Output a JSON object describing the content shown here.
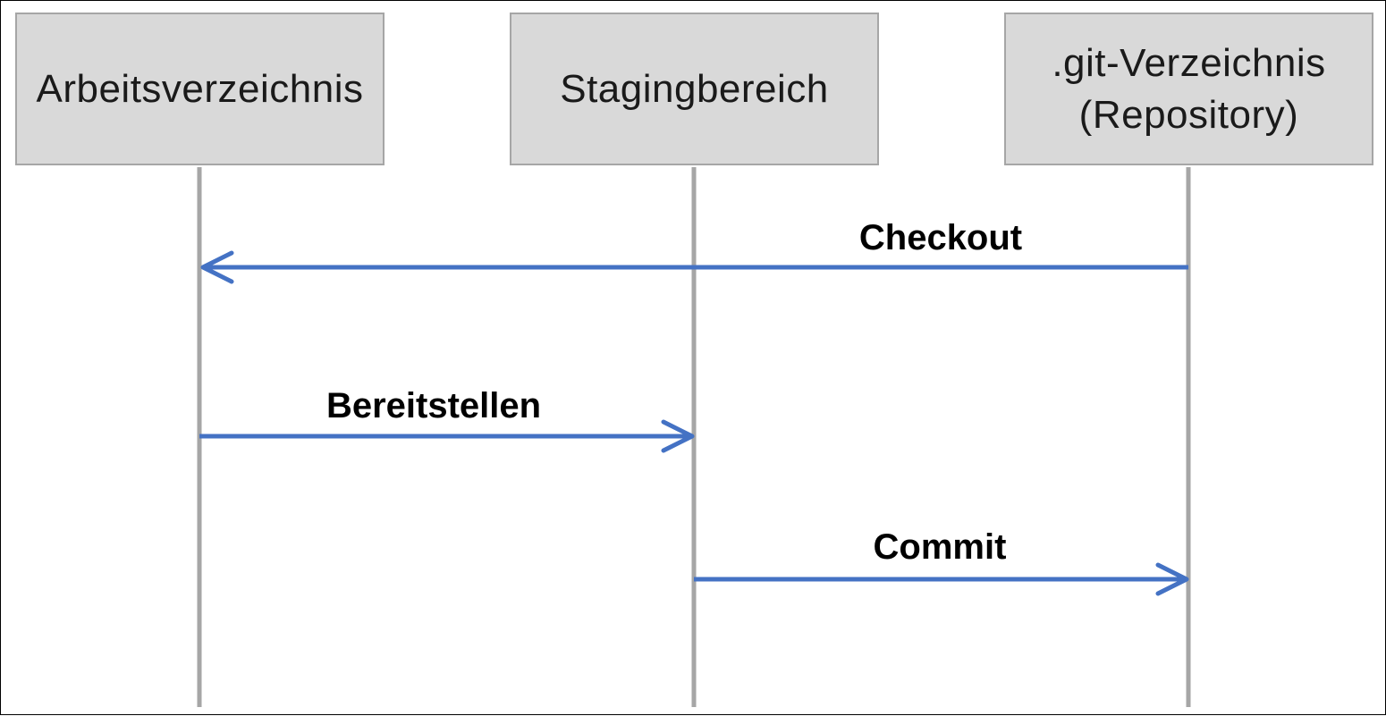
{
  "participants": {
    "working_directory": {
      "line1": "Arbeitsverzeichnis",
      "line2": ""
    },
    "staging_area": {
      "line1": "Stagingbereich",
      "line2": ""
    },
    "git_directory": {
      "line1": ".git-Verzeichnis",
      "line2": "(Repository)"
    }
  },
  "messages": {
    "checkout": "Checkout",
    "stage": "Bereitstellen",
    "commit": "Commit"
  },
  "colors": {
    "participant_fill": "#d9d9d9",
    "participant_border": "#a6a6a6",
    "lifeline": "#a6a6a6",
    "arrow": "#4472c4"
  }
}
